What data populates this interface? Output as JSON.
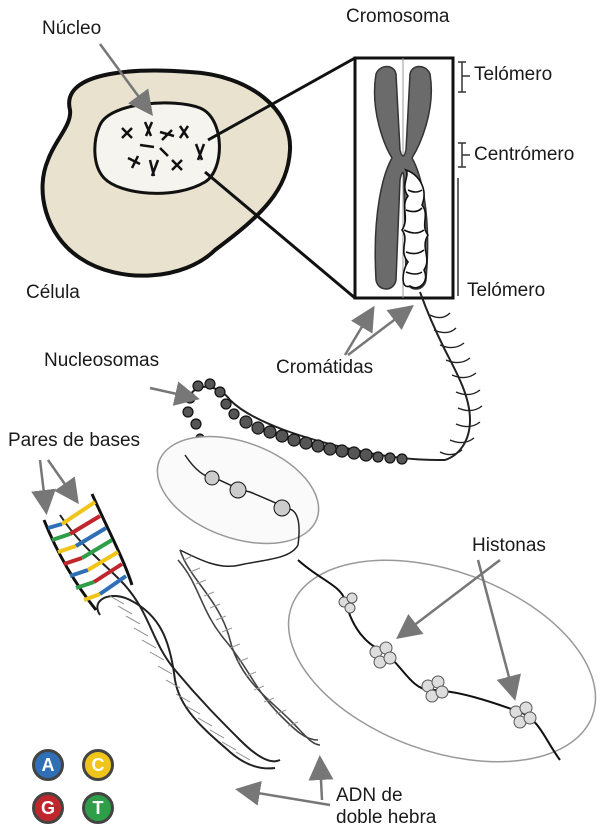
{
  "labels": {
    "cromosoma": "Cromosoma",
    "nucleo": "Núcleo",
    "telomero_top": "Telómero",
    "centromero": "Centrómero",
    "telomero_bottom": "Telómero",
    "celula": "Célula",
    "nucleosomas": "Nucleosomas",
    "cromatidas": "Cromátidas",
    "pares_de_bases": "Pares de bases",
    "histonas": "Histonas",
    "adn_line1": "ADN de",
    "adn_line2": "doble hebra"
  },
  "bases": [
    "A",
    "C",
    "G",
    "T"
  ],
  "colors": {
    "cell_fill": "#e8e2cf",
    "chromosome": "#6b6b6b",
    "base_a": "#2f6fb5",
    "base_c": "#f0c419",
    "base_g": "#c0272d",
    "base_t": "#2e9e49"
  }
}
